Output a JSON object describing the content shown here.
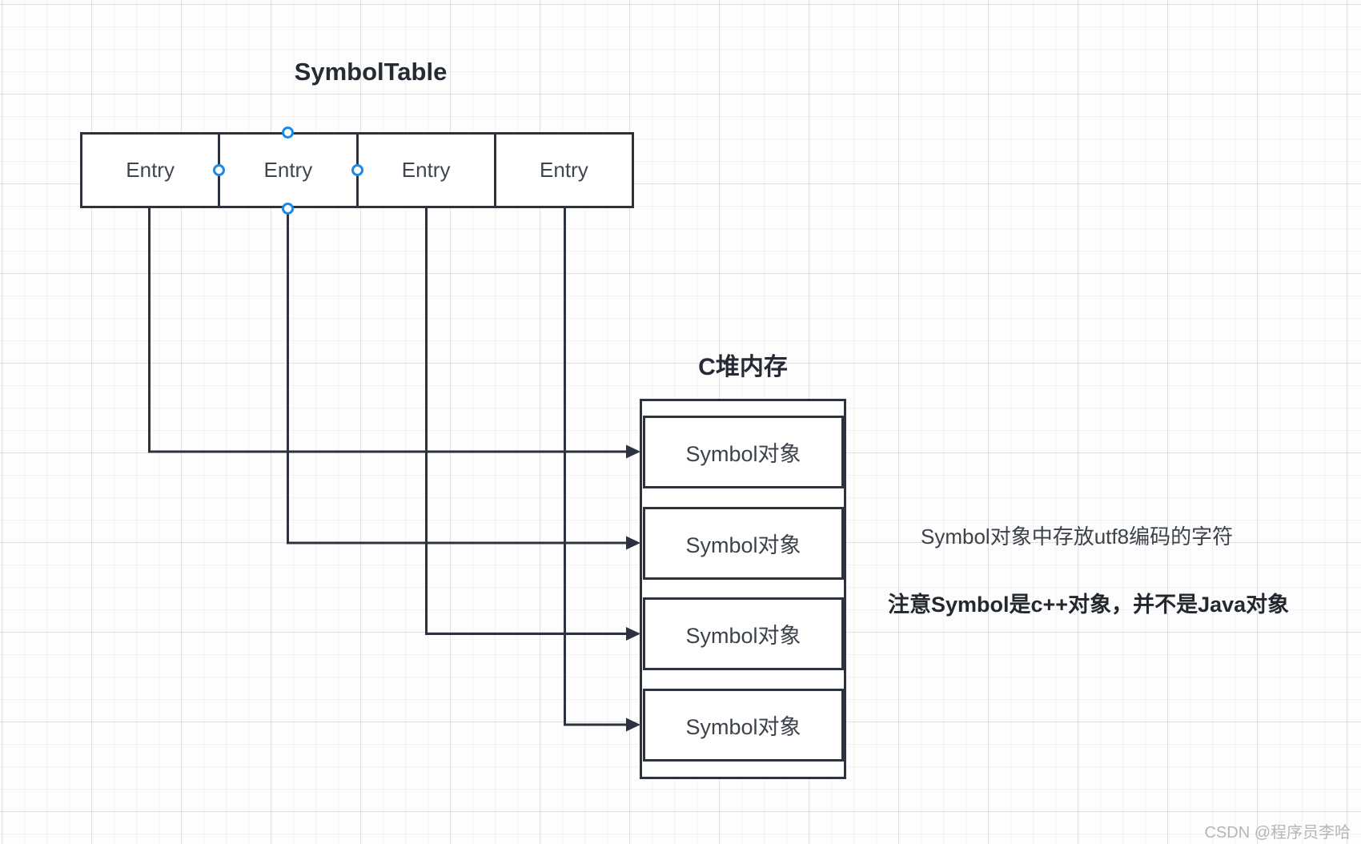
{
  "diagram": {
    "title": "SymbolTable",
    "symbol_table": {
      "entries": [
        {
          "label": "Entry"
        },
        {
          "label": "Entry"
        },
        {
          "label": "Entry"
        },
        {
          "label": "Entry"
        }
      ],
      "selected_entry_index": 1
    },
    "heap": {
      "title": "C堆内存",
      "objects": [
        {
          "label": "Symbol对象"
        },
        {
          "label": "Symbol对象"
        },
        {
          "label": "Symbol对象"
        },
        {
          "label": "Symbol对象"
        }
      ]
    },
    "annotations": {
      "note_utf8": "Symbol对象中存放utf8编码的字符",
      "note_cpp": "注意Symbol是c++对象，并不是Java对象"
    },
    "watermark": "CSDN @程序员李哈",
    "colors": {
      "line": "#2d333e",
      "selection_handle": "#1e88e5",
      "box_fill": "#ffffff",
      "title_text": "#252b35",
      "watermark_text": "#b6b6b6"
    }
  }
}
